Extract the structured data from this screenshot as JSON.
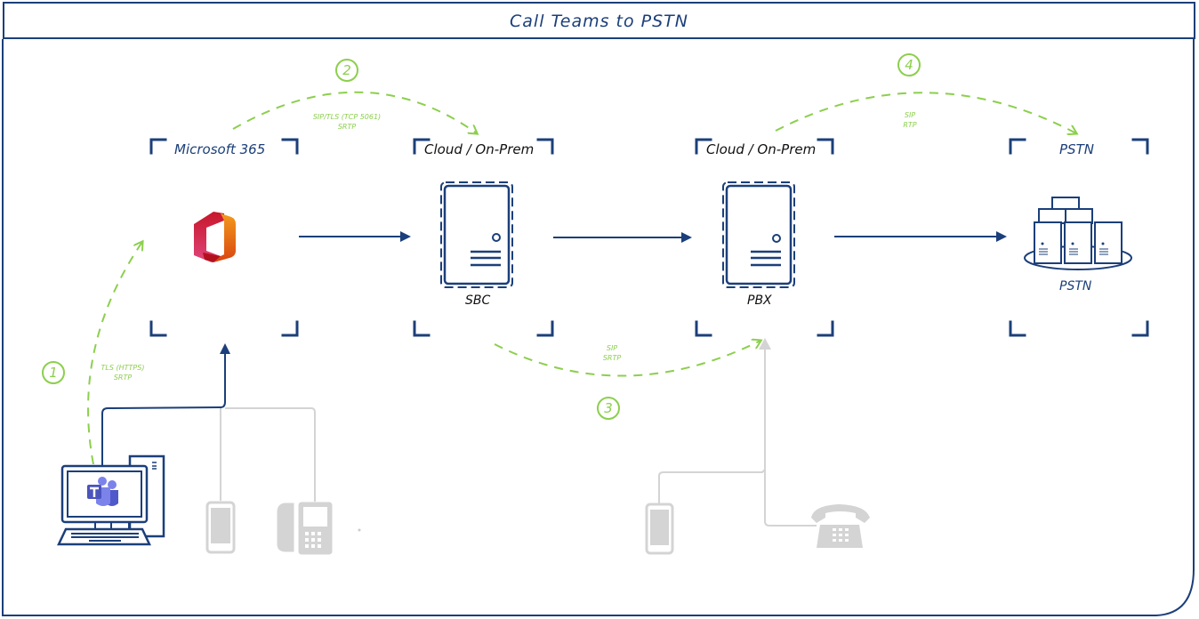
{
  "title": "Call Teams to PSTN",
  "colors": {
    "primary": "#1b3f7a",
    "accent_green": "#8ccf4d",
    "inactive_gray": "#d4d4d4",
    "text_dark": "#111111"
  },
  "groups": [
    {
      "id": "microsoft-365",
      "title": "Microsoft 365",
      "title_color": "#1b3f7a",
      "node_icon": "office-icon",
      "node_label": ""
    },
    {
      "id": "sbc-group",
      "title": "Cloud / On-Prem",
      "title_color": "#111111",
      "node_icon": "server-icon",
      "node_label": "SBC"
    },
    {
      "id": "pbx-group",
      "title": "Cloud / On-Prem",
      "title_color": "#111111",
      "node_icon": "server-icon",
      "node_label": "PBX"
    },
    {
      "id": "pstn-group",
      "title": "PSTN",
      "title_color": "#1b3f7a",
      "node_icon": "server-cluster-icon",
      "node_label": "PSTN"
    }
  ],
  "steps": [
    {
      "number": "1",
      "protocols": [
        "TLS (HTTPS)",
        "SRTP"
      ],
      "from": "Teams client",
      "to": "Microsoft 365"
    },
    {
      "number": "2",
      "protocols": [
        "SIP/TLS (TCP 5061)",
        "SRTP"
      ],
      "from": "Microsoft 365",
      "to": "SBC"
    },
    {
      "number": "3",
      "protocols": [
        "SIP",
        "SRTP"
      ],
      "from": "SBC",
      "to": "PBX"
    },
    {
      "number": "4",
      "protocols": [
        "SIP",
        "RTP"
      ],
      "from": "PBX",
      "to": "PSTN"
    }
  ],
  "endpoints": {
    "teams_client": {
      "icon": "desktop-computer-teams-icon",
      "active": true
    },
    "teams_mobile": {
      "icon": "mobile-phone-icon",
      "active": false
    },
    "teams_desk_phone": {
      "icon": "ip-desk-phone-icon",
      "active": false
    },
    "pbx_mobile": {
      "icon": "mobile-phone-icon",
      "active": false
    },
    "pbx_desk_phone": {
      "icon": "landline-phone-icon",
      "active": false
    }
  }
}
